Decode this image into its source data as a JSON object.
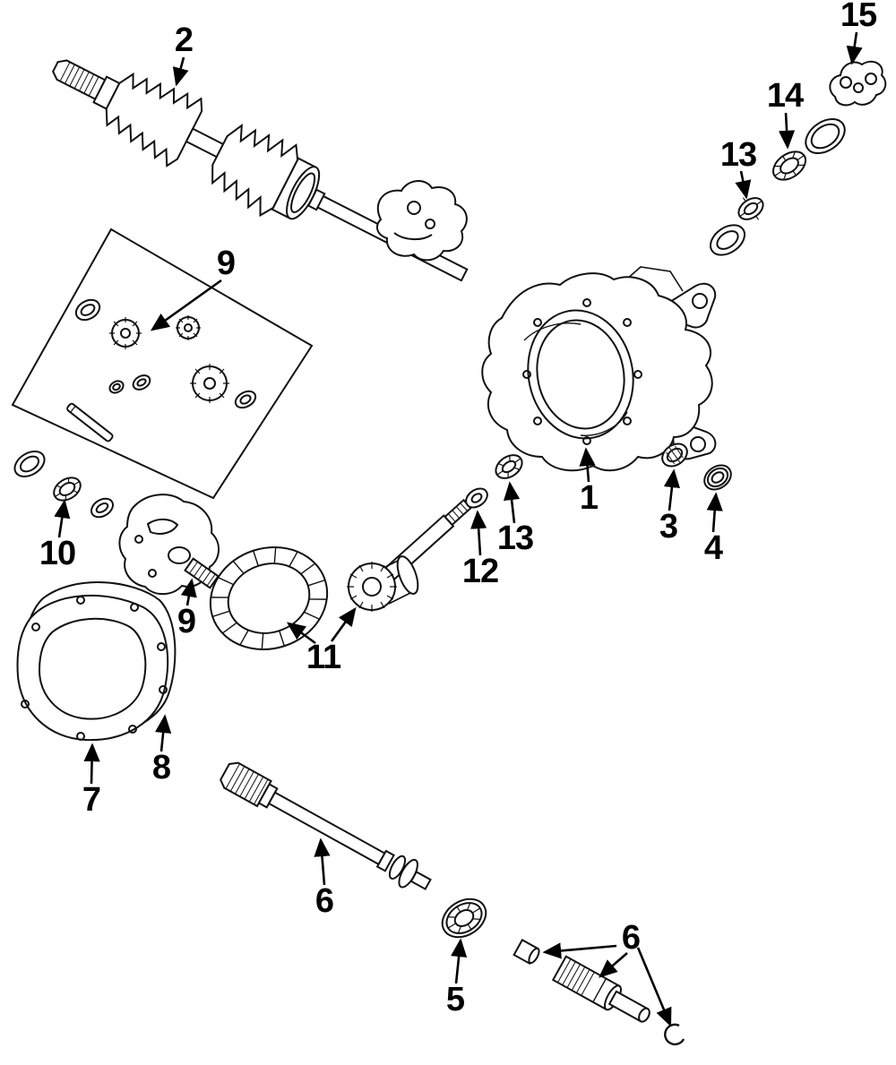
{
  "diagram": {
    "colors": {
      "background": "#ffffff",
      "line": "#000000",
      "label_text": "#000000"
    },
    "callouts": [
      {
        "id": "callout-2",
        "label": "2"
      },
      {
        "id": "callout-15",
        "label": "15"
      },
      {
        "id": "callout-14",
        "label": "14"
      },
      {
        "id": "callout-13-upper",
        "label": "13"
      },
      {
        "id": "callout-9-kit",
        "label": "9"
      },
      {
        "id": "callout-1",
        "label": "1"
      },
      {
        "id": "callout-3",
        "label": "3"
      },
      {
        "id": "callout-4",
        "label": "4"
      },
      {
        "id": "callout-10",
        "label": "10"
      },
      {
        "id": "callout-9-case",
        "label": "9"
      },
      {
        "id": "callout-12",
        "label": "12"
      },
      {
        "id": "callout-13-lower",
        "label": "13"
      },
      {
        "id": "callout-11",
        "label": "11"
      },
      {
        "id": "callout-7",
        "label": "7"
      },
      {
        "id": "callout-8",
        "label": "8"
      },
      {
        "id": "callout-6-shaft",
        "label": "6"
      },
      {
        "id": "callout-5",
        "label": "5"
      },
      {
        "id": "callout-6-joint",
        "label": "6"
      }
    ]
  }
}
